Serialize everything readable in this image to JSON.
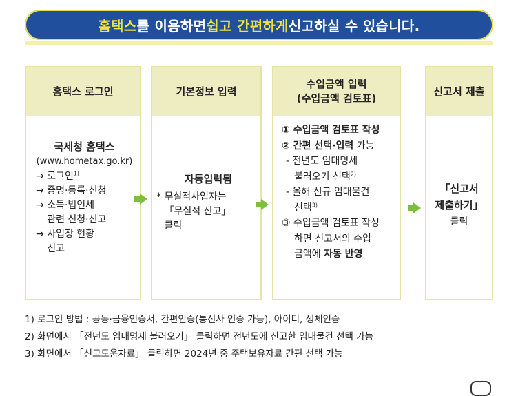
{
  "banner": {
    "part1": "홈택스",
    "part2": "를 이용하면 ",
    "part3": "쉽고 간편하게",
    "part4": " 신고하실 수 있습니다."
  },
  "steps": [
    {
      "head": "홈택스 로그인",
      "title": "국세청 홈택스",
      "url": "(www.hometax.go.kr)",
      "items": [
        {
          "text": "로그인",
          "sup": "1)"
        },
        {
          "text": "증명·등록·신청"
        },
        {
          "text": "소득·법인세",
          "text2": "관련 신청·신고"
        },
        {
          "text": "사업장 현황",
          "text2": "신고"
        }
      ]
    },
    {
      "head": "기본정보 입력",
      "title": "자동입력됨",
      "note1": "무실적사업자는",
      "note2": "「무실적 신고」",
      "note3": "클릭"
    },
    {
      "head1": "수입금액 입력",
      "head2": "(수입금액 검토표)",
      "l1": "① 수입금액 검토표 작성",
      "l2a": "② 간편 선택·입력",
      "l2b": " 가능",
      "l3a": "- 전년도 임대명세",
      "l3b": "불러오기 선택",
      "l3sup": "2)",
      "l4a": "- 올해 신규 임대물건",
      "l4b": "선택",
      "l4sup": "3)",
      "l5a": "③ 수입금액 검토표 작성",
      "l5b": "하면 신고서의 수입",
      "l5c": "금액에 ",
      "l5d": "자동 반영"
    },
    {
      "head": "신고서 제출",
      "t1": "「신고서",
      "t2": "제출하기」",
      "t3": "클릭"
    }
  ],
  "footnotes": [
    "1) 로그인 방법 : 공동·금융인증서, 간편인증(통신사 인증 가능), 아이디, 생체인증",
    "2) 화면에서 「전년도 임대명세 불러오기」 클릭하면 전년도에 신고한 임대물건 선택 가능",
    "3) 화면에서 「신고도움자료」 클릭하면 2024년 중 주택보유자료 간편 선택 가능"
  ],
  "colors": {
    "banner": "#1f4f9d",
    "highlight": "#f0e33e",
    "head_bg": "#eeecc1",
    "arrow": "#7dbf3c"
  }
}
